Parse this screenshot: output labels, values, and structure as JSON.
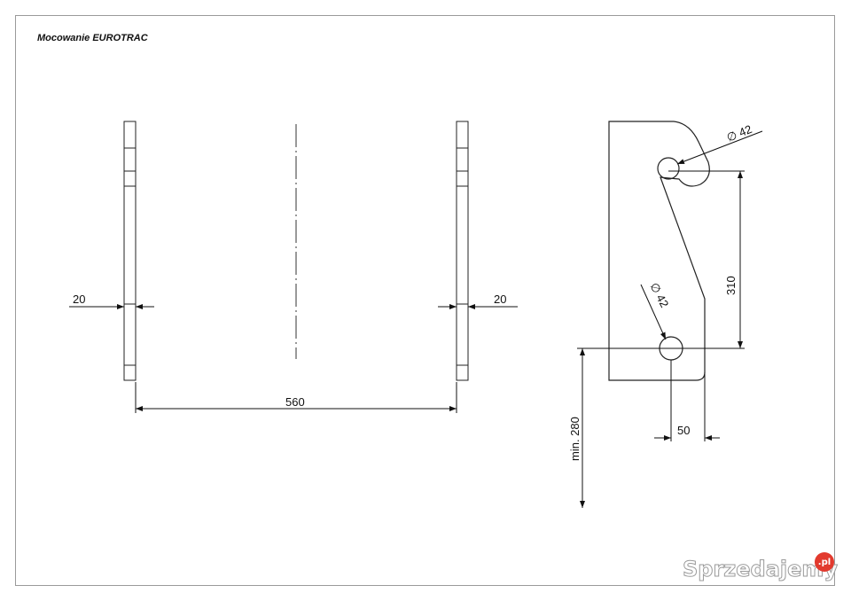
{
  "title": "Mocowanie EUROTRAC",
  "dimensions": {
    "left_thickness": "20",
    "right_thickness": "20",
    "width_between": "560",
    "hole_spacing": "310",
    "hole_top_diameter": "∅ 42",
    "hole_bottom_diameter": "∅ 42",
    "hole_offset": "50",
    "min_height": "min. 280"
  },
  "watermark": {
    "text": "Sprzedajemy",
    "badge": ".pl"
  }
}
